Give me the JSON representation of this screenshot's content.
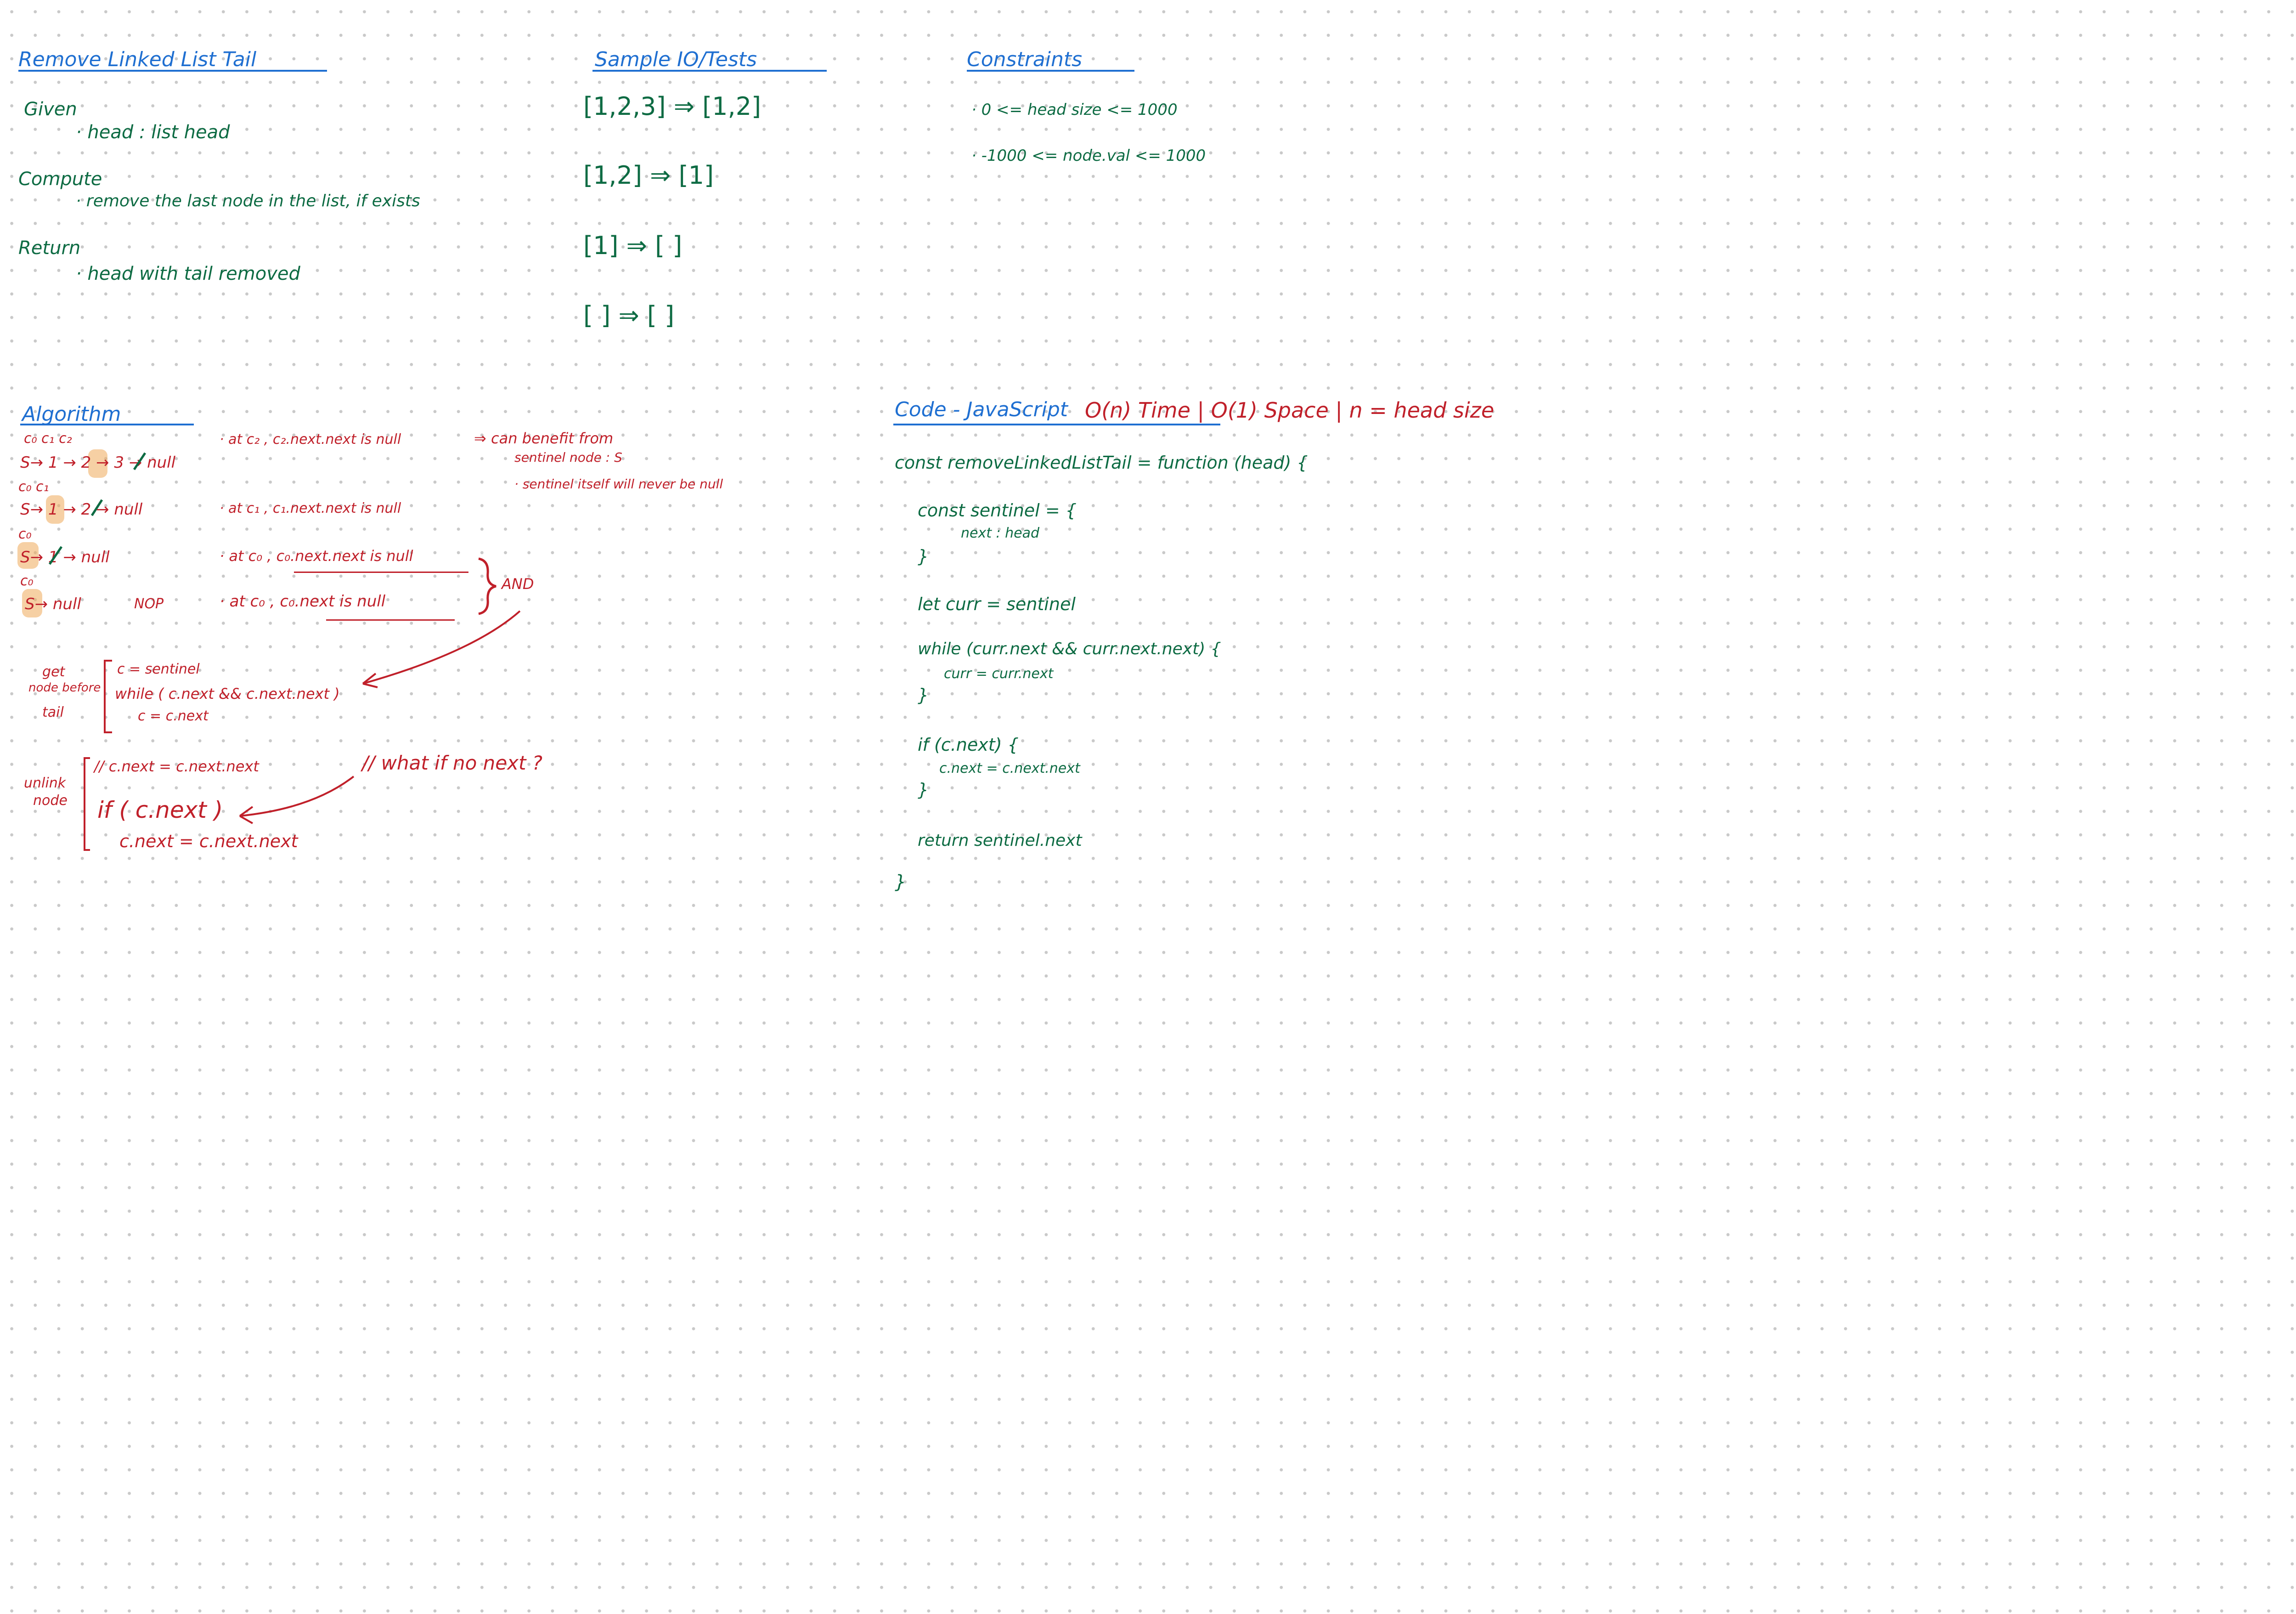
{
  "problem": {
    "title": "Remove Linked List Tail",
    "given_label": "Given",
    "given_item": "· head : list head",
    "compute_label": "Compute",
    "compute_item": "· remove the last node in the list, if exists",
    "return_label": "Return",
    "return_item": "· head with tail removed"
  },
  "tests": {
    "title": "Sample IO/Tests",
    "cases": [
      "[1,2,3] ⇒ [1,2]",
      "[1,2] ⇒ [1]",
      "[1] ⇒ [ ]",
      "[ ] ⇒ [ ]"
    ]
  },
  "constraints": {
    "title": "Constraints",
    "items": [
      "· 0 <= head size <= 1000",
      "· -1000 <= node.val <= 1000"
    ]
  },
  "algorithm": {
    "title": "Algorithm",
    "row1_labels": "c₀ c₁    c₂",
    "row1_list": "S→ 1 → 2 → 3 → null",
    "row1_note": "· at c₂ , c₂.next.next is null",
    "row2_labels": "c₀ c₁",
    "row2_list": "S→ 1 → 2 → null",
    "row2_note": "· at c₁ , c₁.next.next is null",
    "row3_labels": "c₀",
    "row3_list": "S→ 1 → null",
    "row3_note": "· at c₀ , c₀.next.next is null",
    "row4_labels": "c₀",
    "row4_list": "S→ null",
    "row4_nop": "NOP",
    "row4_note": "· at c₀ , c₀.next is null",
    "and_label": "AND",
    "benefit_1": "⇒ can benefit from",
    "benefit_2": "sentinel node : S",
    "benefit_3": "· sentinel itself will never be null",
    "get_label_1": "get",
    "get_label_2": "node before",
    "get_label_3": "tail",
    "get_code_1": "c = sentinel",
    "get_code_2": "while ( c.next && c.next.next )",
    "get_code_3": "c = c.next",
    "unlink_label_1": "unlink",
    "unlink_label_2": "node",
    "unlink_code_1": "// c.next = c.next.next",
    "unlink_question": "// what if no next ?",
    "unlink_code_2": "if ( c.next )",
    "unlink_code_3": "c.next = c.next.next"
  },
  "code": {
    "title": "Code - JavaScript",
    "complexity": "O(n) Time | O(1) Space | n = head size",
    "lines": [
      "const removeLinkedListTail = function (head) {",
      "const sentinel = {",
      "next : head",
      "}",
      "let curr = sentinel",
      "while (curr.next && curr.next.next) {",
      "curr = curr.next",
      "}",
      "if (c.next) {",
      "c.next = c.next.next",
      "}",
      "return sentinel.next",
      "}"
    ]
  },
  "colors": {
    "heading": "#1f6fd1",
    "ink_green": "#0d6b43",
    "ink_red": "#c0202a",
    "highlight": "#eeaa5a"
  }
}
